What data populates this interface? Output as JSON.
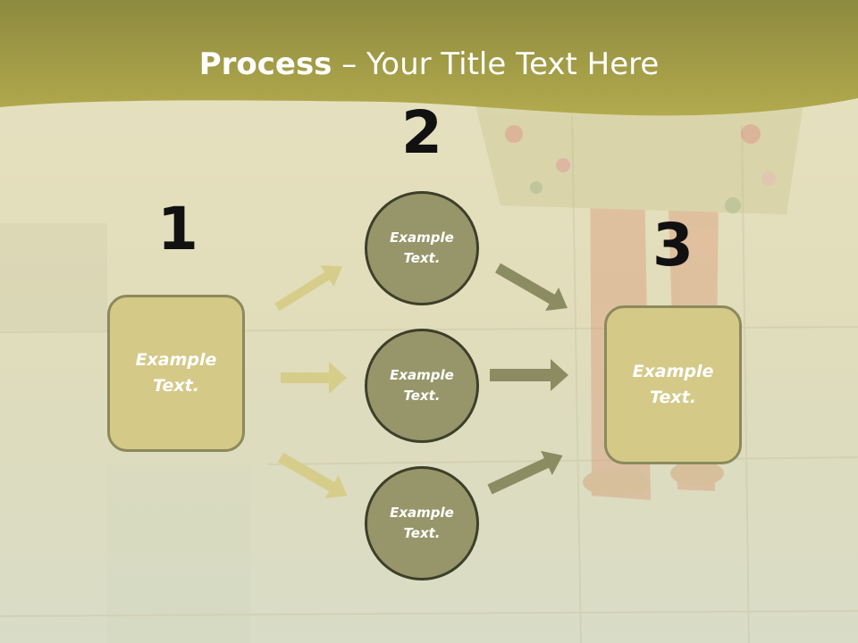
{
  "slide": {
    "title_bold": "Process",
    "title_rest": " – Your Title Text Here"
  },
  "steps": [
    {
      "number": "1",
      "text": "Example Text."
    },
    {
      "number": "2",
      "items": [
        "Example Text.",
        "Example Text.",
        "Example Text."
      ]
    },
    {
      "number": "3",
      "text": "Example Text."
    }
  ],
  "colors": {
    "header_band": "#a9a24a",
    "box_fill": "#d5c988",
    "box_border": "#8b8a5c",
    "circle_fill": "#97966a",
    "circle_border": "#3d3f2a",
    "arrow_light": "#d6cd8b",
    "arrow_dark": "#8c8c63"
  }
}
